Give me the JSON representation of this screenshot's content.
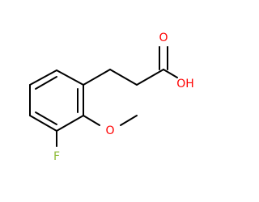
{
  "molecule": {
    "atoms": {
      "oxygen_carbonyl": "O",
      "hydroxyl": "OH",
      "oxygen_methoxy": "O",
      "fluorine": "F"
    },
    "colors": {
      "bond": "#000000",
      "oxygen": "#ff0000",
      "fluorine": "#8fbc3a"
    }
  }
}
